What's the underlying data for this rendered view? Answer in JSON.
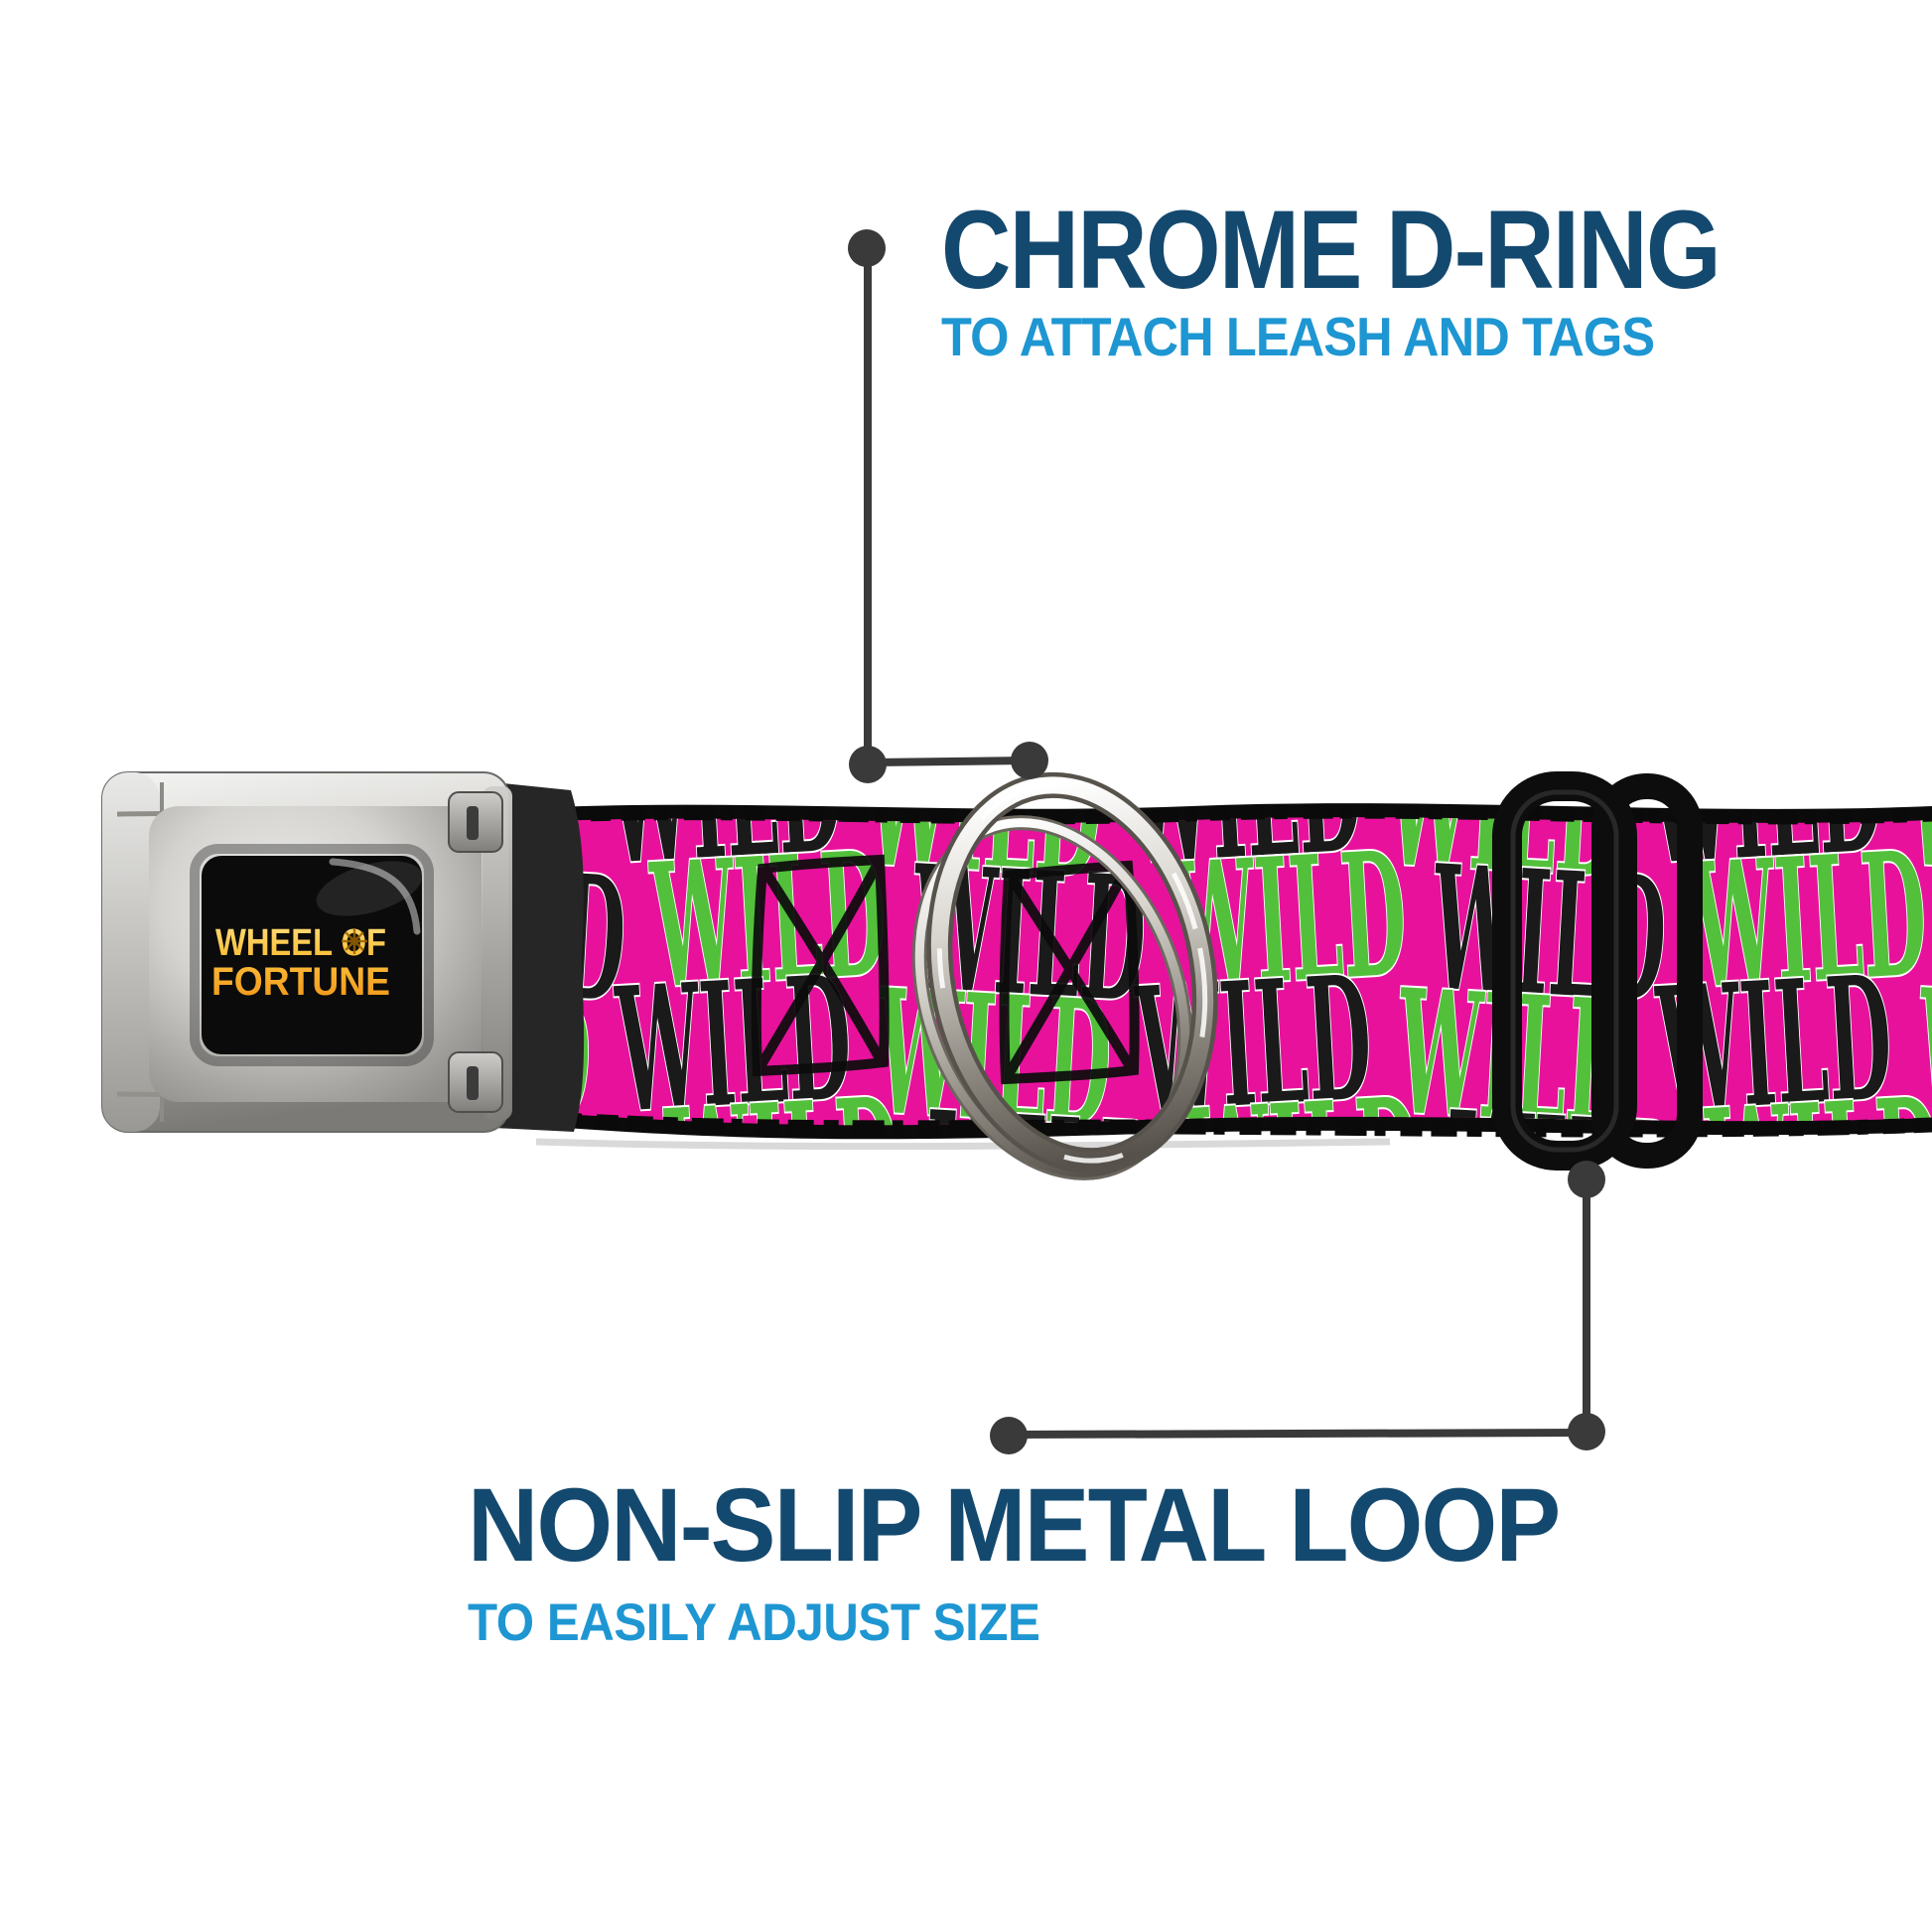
{
  "annotations": {
    "top": {
      "title": "CHROME D-RING",
      "subtitle": "TO ATTACH LEASH AND TAGS"
    },
    "bottom": {
      "title": "NON-SLIP METAL LOOP",
      "subtitle": "TO EASILY ADJUST SIZE"
    }
  },
  "product": {
    "buckle_logo": {
      "line1": "WHEEL OF",
      "line2": "FORTUNE",
      "full": "WHEEL OF FORTUNE"
    },
    "strap": {
      "word": "WILD",
      "word_colors": [
        "#53c03b",
        "#1a1a1a"
      ],
      "background": "#e8119c"
    }
  },
  "colors": {
    "heading_blue": "#14496f",
    "sub_blue": "#1e96d2",
    "callout_gray": "#3a3a3a",
    "strap_pink": "#e8119c",
    "pattern_green": "#53c03b",
    "pattern_black": "#1a1a1a",
    "logo_gold": "#f7b637",
    "buckle_silver": "#c9c8c5"
  }
}
